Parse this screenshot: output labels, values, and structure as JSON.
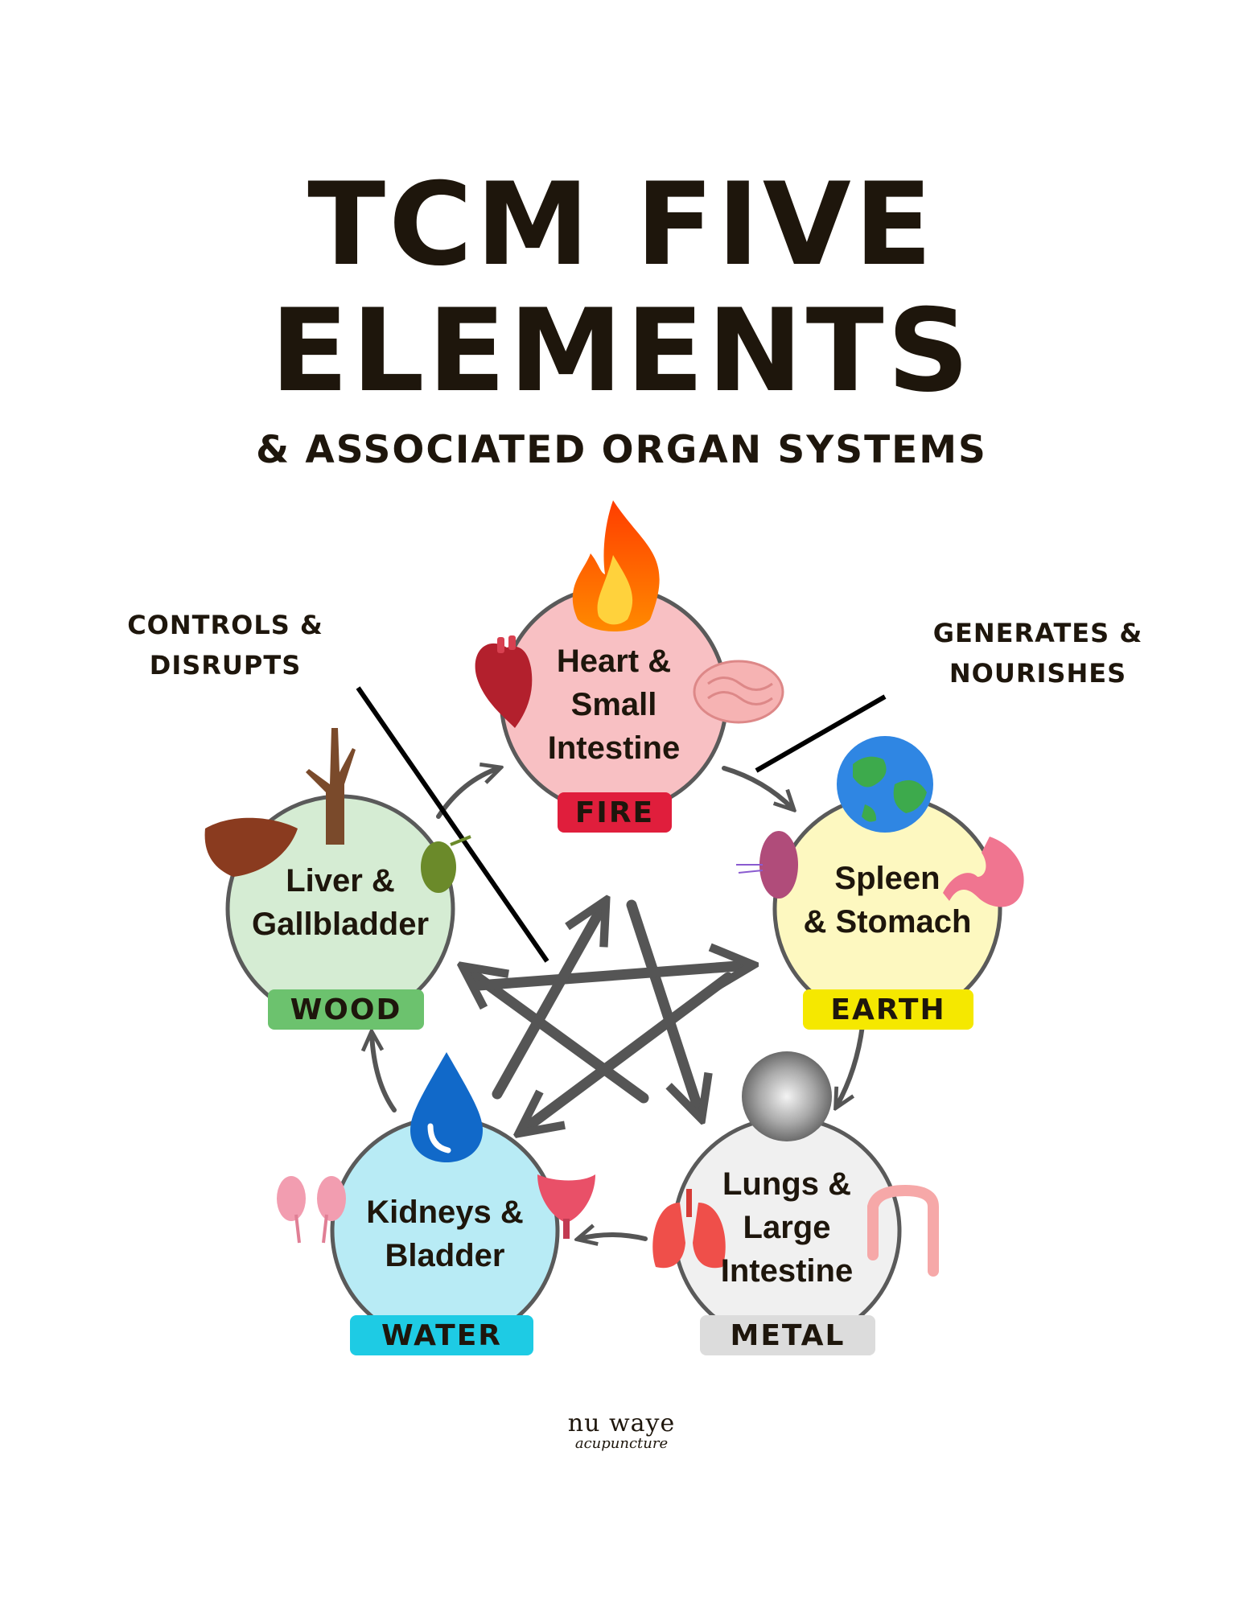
{
  "header": {
    "title_line1": "TCM FIVE",
    "title_line2": "ELEMENTS",
    "subtitle": "& ASSOCIATED ORGAN SYSTEMS"
  },
  "notes": {
    "left_line1": "CONTROLS &",
    "left_line2": "DISRUPTS",
    "right_line1": "GENERATES &",
    "right_line2": "NOURISHES"
  },
  "elements": {
    "fire": {
      "name": "FIRE",
      "organs_line1": "Heart &",
      "organs_line2": "Small",
      "organs_line3": "Intestine",
      "color": "#f8c0c3",
      "badge_color": "#e01e3c",
      "icons": [
        "flame-icon",
        "heart-icon",
        "small-intestine-icon"
      ]
    },
    "earth": {
      "name": "EARTH",
      "organs_line1": "Spleen",
      "organs_line2": "& Stomach",
      "color": "#fdf8c0",
      "badge_color": "#f5e800",
      "icons": [
        "earth-globe-icon",
        "spleen-icon",
        "stomach-icon"
      ]
    },
    "metal": {
      "name": "METAL",
      "organs_line1": "Lungs &",
      "organs_line2": "Large",
      "organs_line3": "Intestine",
      "color": "#f0f0f0",
      "badge_color": "#dcdcdc",
      "icons": [
        "metal-disc-icon",
        "lungs-icon",
        "large-intestine-icon"
      ]
    },
    "water": {
      "name": "WATER",
      "organs_line1": "Kidneys &",
      "organs_line2": "Bladder",
      "color": "#b8ebf5",
      "badge_color": "#1ecbe4",
      "icons": [
        "water-drop-icon",
        "kidneys-icon",
        "bladder-icon"
      ]
    },
    "wood": {
      "name": "WOOD",
      "organs_line1": "Liver &",
      "organs_line2": "Gallbladder",
      "color": "#d5ecd3",
      "badge_color": "#6cc26e",
      "icons": [
        "tree-branch-icon",
        "liver-icon",
        "gallbladder-icon"
      ]
    }
  },
  "logo": {
    "line1": "nu waye",
    "line2": "acupuncture"
  }
}
